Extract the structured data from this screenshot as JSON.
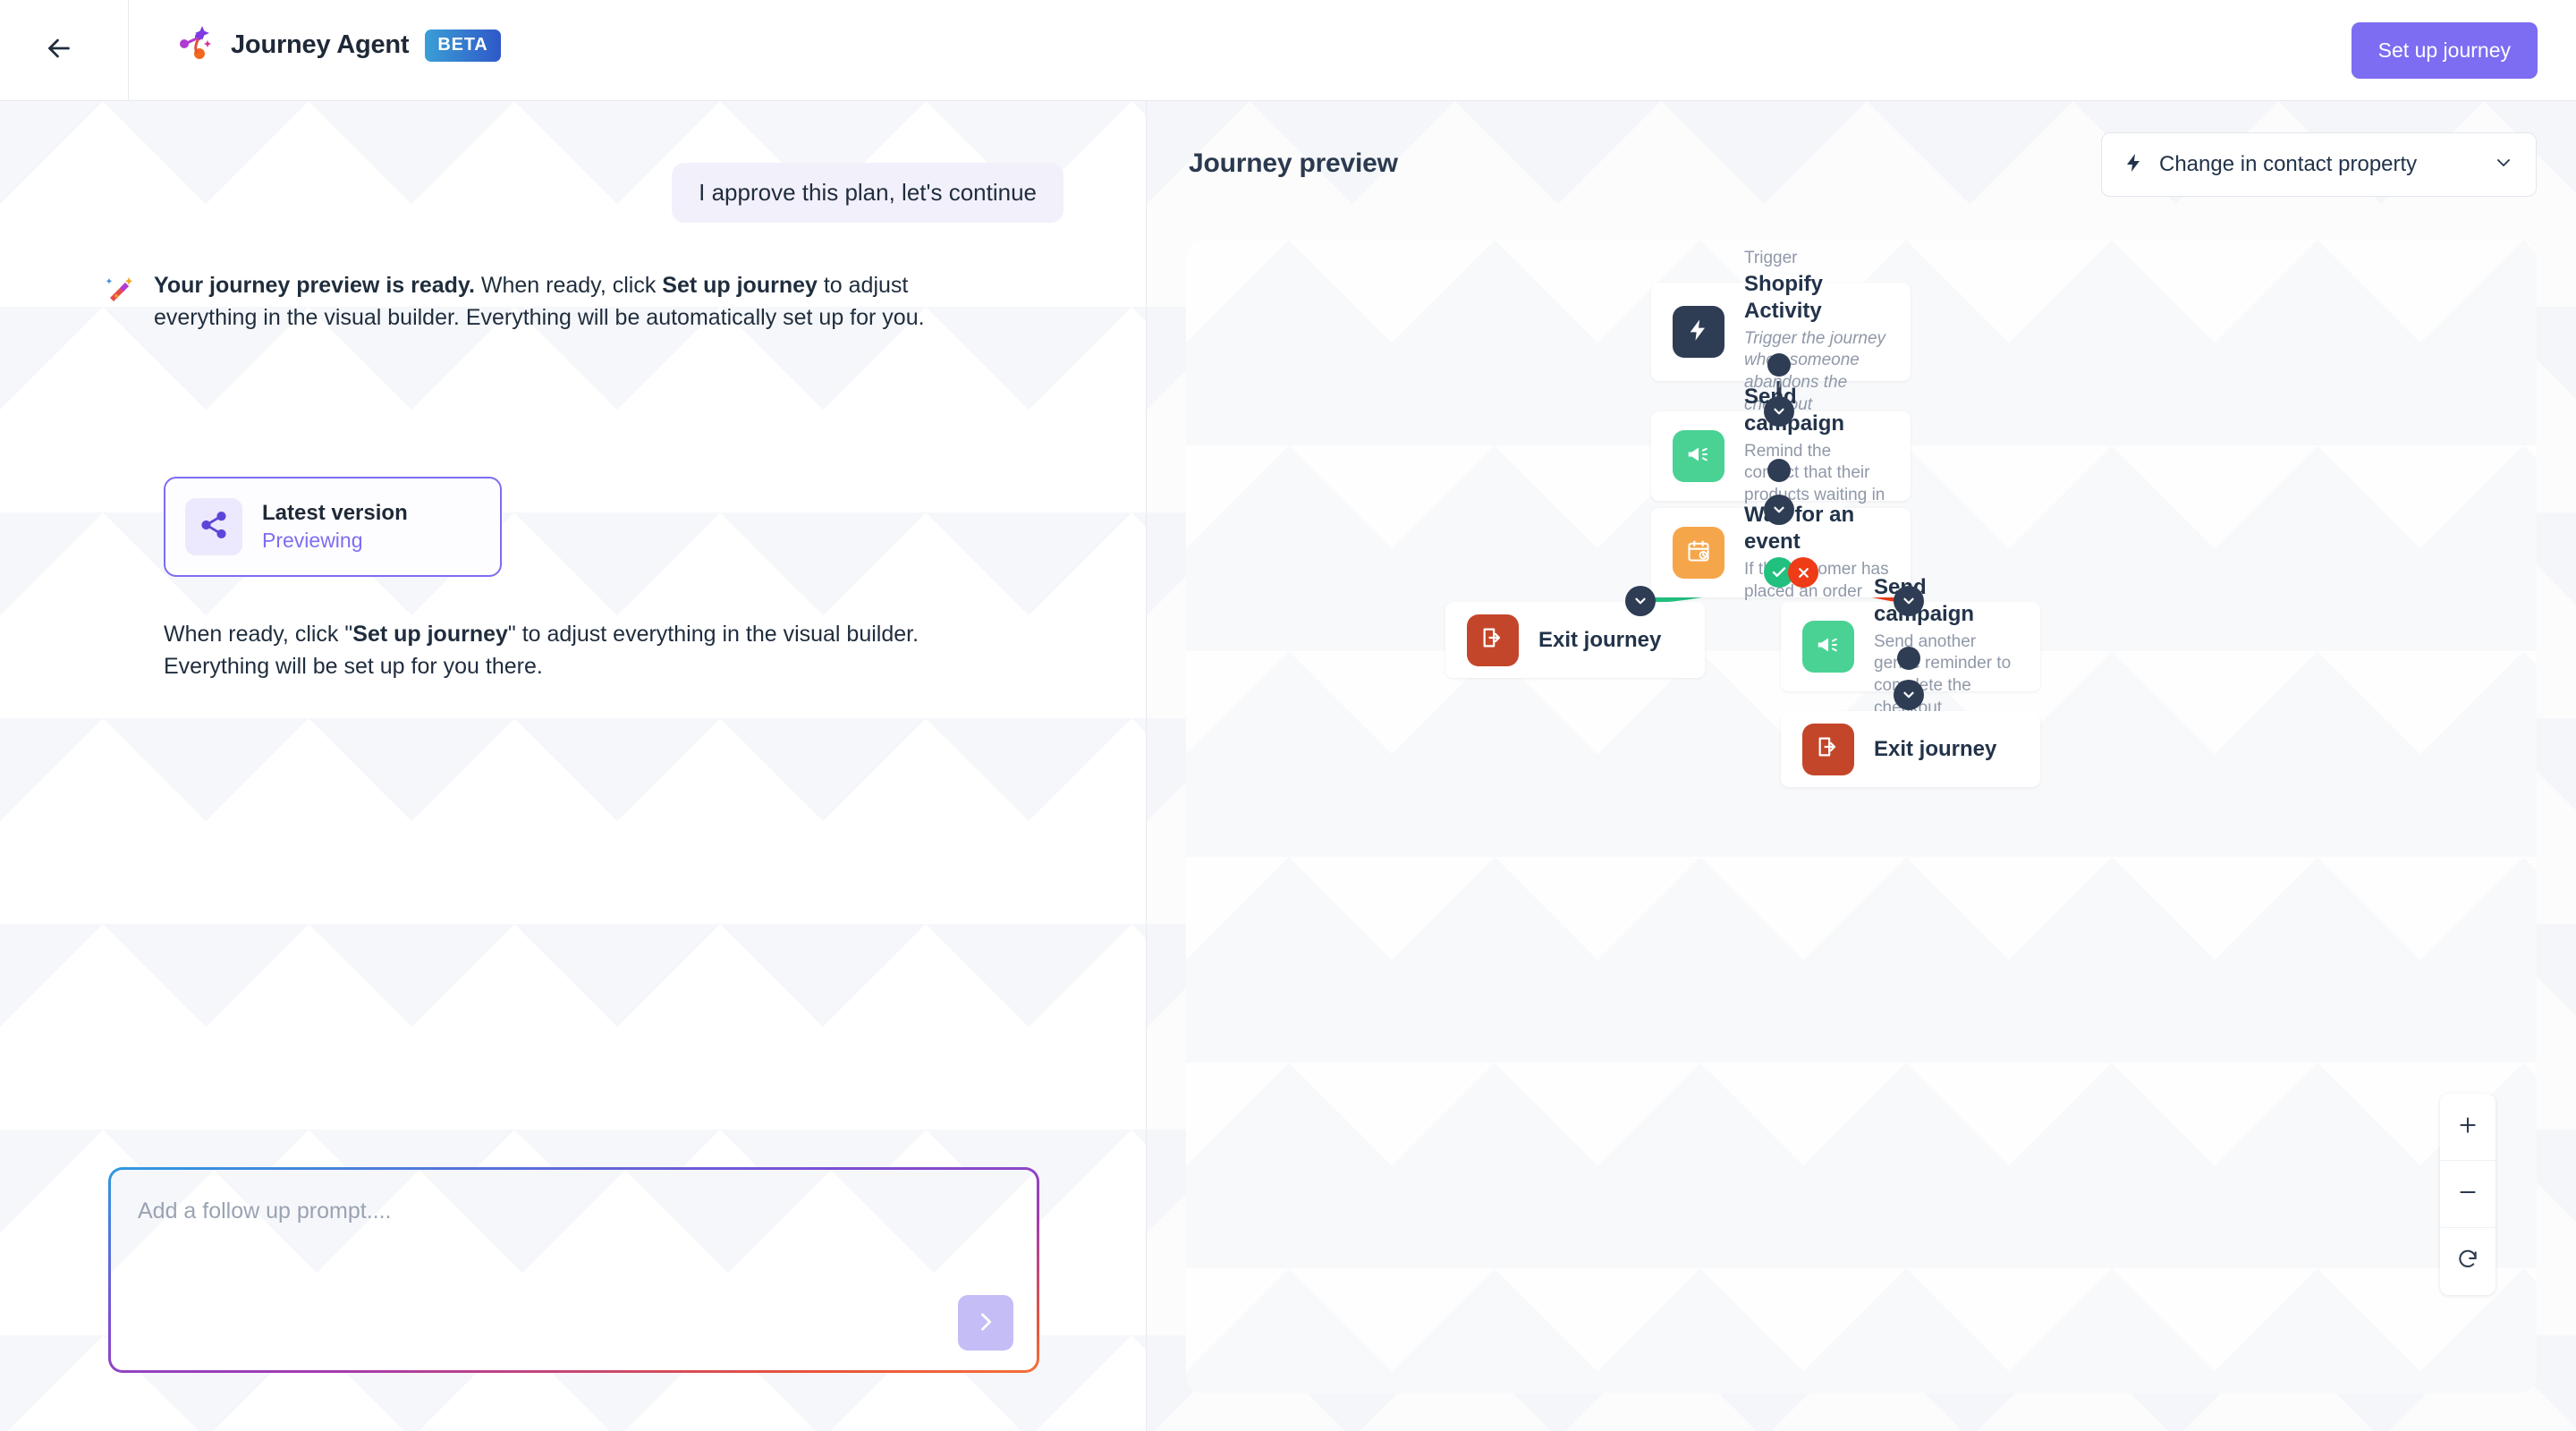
{
  "header": {
    "back_icon": "arrow-left-icon",
    "logo_icon": "journey-agent-logo",
    "title": "Journey Agent",
    "badge": "BETA",
    "primary_button": "Set up journey"
  },
  "chat": {
    "user_message": "I approve this plan, let's continue",
    "agent_icon": "sparkle-wand-icon",
    "agent_message_bold1": "Your journey preview is ready.",
    "agent_message_mid": " When ready, click ",
    "agent_message_bold2": "Set up journey",
    "agent_message_tail": " to adjust everything in the visual builder. Everything will be automatically set up for you.",
    "version_card": {
      "icon": "share-nodes-icon",
      "title": "Latest version",
      "subtitle": "Previewing"
    },
    "followup_pre": "When ready, click \"",
    "followup_bold": "Set up journey",
    "followup_post": "\" to adjust everything in the visual builder. Everything will be set up for you there.",
    "input_placeholder": "Add a follow up prompt....",
    "input_value": "",
    "send_icon": "chevron-right-icon"
  },
  "preview": {
    "title": "Journey preview",
    "trigger_select": {
      "icon": "lightning-bolt-icon",
      "label": "Change in contact property",
      "chevron": "chevron-down-icon"
    },
    "nodes": [
      {
        "id": "trigger",
        "kicker": "Trigger",
        "title": "Shopify Activity",
        "desc": "Trigger the journey when someone abandons the checkout",
        "icon": "lightning-bolt-icon",
        "icon_color": "#2e3d54"
      },
      {
        "id": "send-campaign-1",
        "kicker": "",
        "title": "Send campaign",
        "desc": "Remind the contact that their products waiting in the cart",
        "icon": "megaphone-icon",
        "icon_color": "#4ad295"
      },
      {
        "id": "wait-event",
        "kicker": "",
        "title": "Wait for an event",
        "desc": "If the customer has placed an order",
        "icon": "calendar-clock-icon",
        "icon_color": "#f5a council"
      },
      {
        "id": "exit-journey-1",
        "kicker": "",
        "title": "Exit journey",
        "desc": "",
        "icon": "exit-door-icon",
        "icon_color": "#c4462a"
      },
      {
        "id": "send-campaign-2",
        "kicker": "",
        "title": "Send campaign",
        "desc": "Send another gentle reminder to complete the checkout",
        "icon": "megaphone-icon",
        "icon_color": "#4ad295"
      },
      {
        "id": "exit-journey-2",
        "kicker": "",
        "title": "Exit journey",
        "desc": "",
        "icon": "exit-door-icon",
        "icon_color": "#c4462a"
      }
    ],
    "branches": {
      "yes_badge": "check-icon",
      "no_badge": "cross-icon",
      "yes_color": "#22c07f",
      "no_color": "#ef3b17"
    },
    "zoom_controls": {
      "zoom_in": "plus-icon",
      "zoom_out": "minus-icon",
      "reset": "refresh-icon"
    }
  },
  "colors": {
    "accent": "#7c6df2",
    "ink": "#22334a",
    "muted": "#8f98a8",
    "canvas": "#f8f9fb"
  }
}
